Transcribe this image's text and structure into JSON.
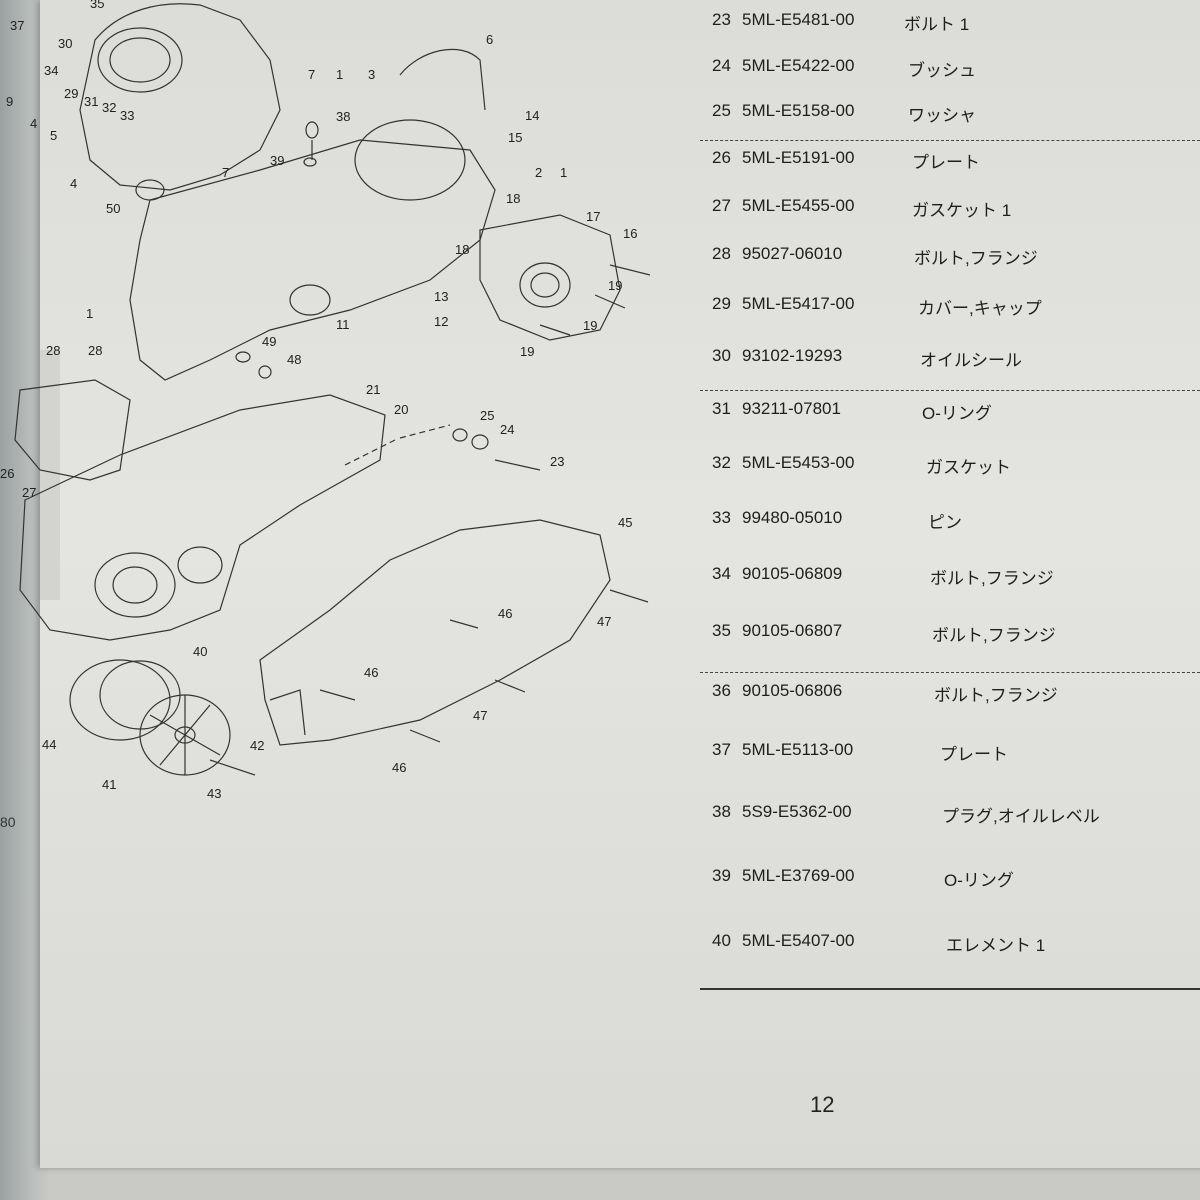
{
  "parts": [
    {
      "no": "23",
      "part_number": "5ML-E5481-00",
      "name": "ボルト 1"
    },
    {
      "no": "24",
      "part_number": "5ML-E5422-00",
      "name": "ブッシュ"
    },
    {
      "no": "25",
      "part_number": "5ML-E5158-00",
      "name": "ワッシャ"
    },
    {
      "no": "26",
      "part_number": "5ML-E5191-00",
      "name": "プレート"
    },
    {
      "no": "27",
      "part_number": "5ML-E5455-00",
      "name": "ガスケット 1"
    },
    {
      "no": "28",
      "part_number": "95027-06010",
      "name": "ボルト,フランジ"
    },
    {
      "no": "29",
      "part_number": "5ML-E5417-00",
      "name": "カバー,キャップ"
    },
    {
      "no": "30",
      "part_number": "93102-19293",
      "name": "オイルシール"
    },
    {
      "no": "31",
      "part_number": "93211-07801",
      "name": "O-リング"
    },
    {
      "no": "32",
      "part_number": "5ML-E5453-00",
      "name": "ガスケット"
    },
    {
      "no": "33",
      "part_number": "99480-05010",
      "name": "ピン"
    },
    {
      "no": "34",
      "part_number": "90105-06809",
      "name": "ボルト,フランジ"
    },
    {
      "no": "35",
      "part_number": "90105-06807",
      "name": "ボルト,フランジ"
    },
    {
      "no": "36",
      "part_number": "90105-06806",
      "name": "ボルト,フランジ"
    },
    {
      "no": "37",
      "part_number": "5ML-E5113-00",
      "name": "プレート"
    },
    {
      "no": "38",
      "part_number": "5S9-E5362-00",
      "name": "プラグ,オイルレベル"
    },
    {
      "no": "39",
      "part_number": "5ML-E3769-00",
      "name": "O-リング"
    },
    {
      "no": "40",
      "part_number": "5ML-E5407-00",
      "name": "エレメント 1"
    }
  ],
  "page_number": "12",
  "diagram_labels": {
    "l37": "37",
    "l35": "35",
    "l30": "30",
    "l34": "34",
    "l6": "6",
    "l1a": "1",
    "l3": "3",
    "l7a": "7",
    "l9": "9",
    "l29": "29",
    "l31": "31",
    "l32": "32",
    "l33": "33",
    "l38": "38",
    "l14": "14",
    "l15": "15",
    "l4a": "4",
    "l5": "5",
    "l39": "39",
    "l7b": "7",
    "l2": "2",
    "l1b": "1",
    "l4b": "4",
    "l50": "50",
    "l18a": "18",
    "l17": "17",
    "l16": "16",
    "l18b": "18",
    "l19a": "19",
    "l13": "13",
    "l12": "12",
    "l1c": "1",
    "l11": "11",
    "l19b": "19",
    "l19c": "19",
    "l49": "49",
    "l48": "48",
    "l28a": "28",
    "l28b": "28",
    "l21": "21",
    "l20": "20",
    "l25": "25",
    "l24": "24",
    "l23": "23",
    "l26": "26",
    "l27": "27",
    "l45": "45",
    "l46a": "46",
    "l47a": "47",
    "l40": "40",
    "l46b": "46",
    "l47b": "47",
    "l44": "44",
    "l42": "42",
    "l41": "41",
    "l43": "43",
    "l46c": "46",
    "l80": "80"
  }
}
